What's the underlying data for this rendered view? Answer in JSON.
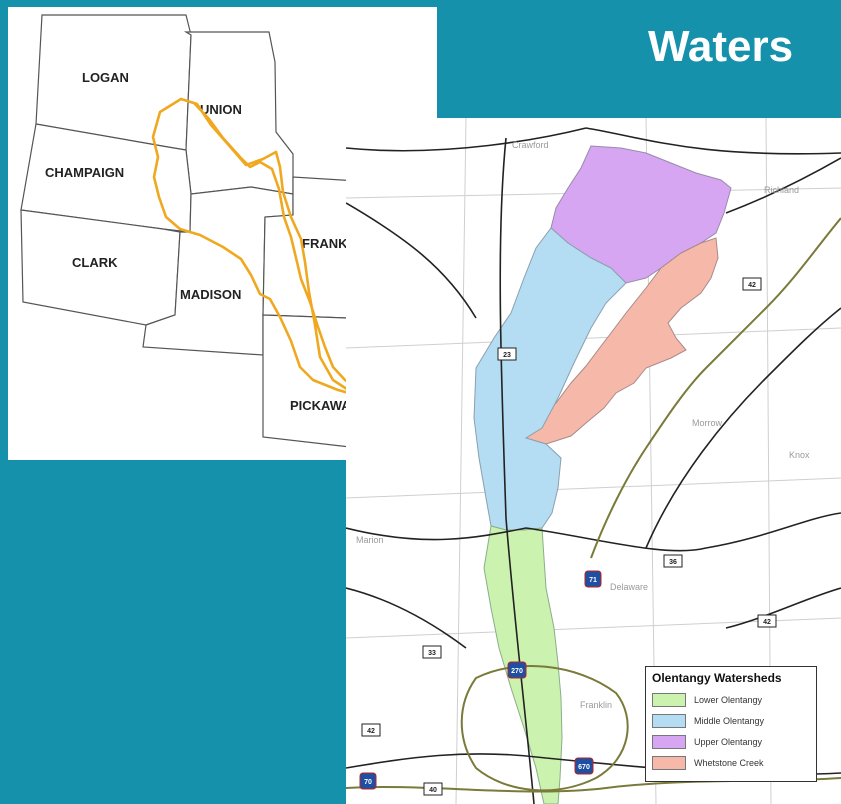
{
  "title": "Waters",
  "county_map": {
    "counties": [
      "LOGAN",
      "UNION",
      "CHAMPAIGN",
      "CLARK",
      "MADISON",
      "FRANKLIN",
      "PICKAWAY"
    ],
    "boundary_color": "#f0a820"
  },
  "watershed_map": {
    "places": [
      "Crawford",
      "Richland",
      "Morrow",
      "Knox",
      "Marion",
      "Delaware",
      "Franklin"
    ],
    "routes": [
      "23",
      "42",
      "36",
      "71",
      "33",
      "270",
      "42",
      "70",
      "40",
      "670",
      "42"
    ],
    "legend": {
      "title": "Olentangy Watersheds",
      "items": [
        {
          "label": "Lower Olentangy",
          "color": "#ccf2b0"
        },
        {
          "label": "Middle Olentangy",
          "color": "#b4dcf2"
        },
        {
          "label": "Upper Olentangy",
          "color": "#d6a6f2"
        },
        {
          "label": "Whetstone Creek",
          "color": "#f6b8a8"
        }
      ]
    }
  }
}
